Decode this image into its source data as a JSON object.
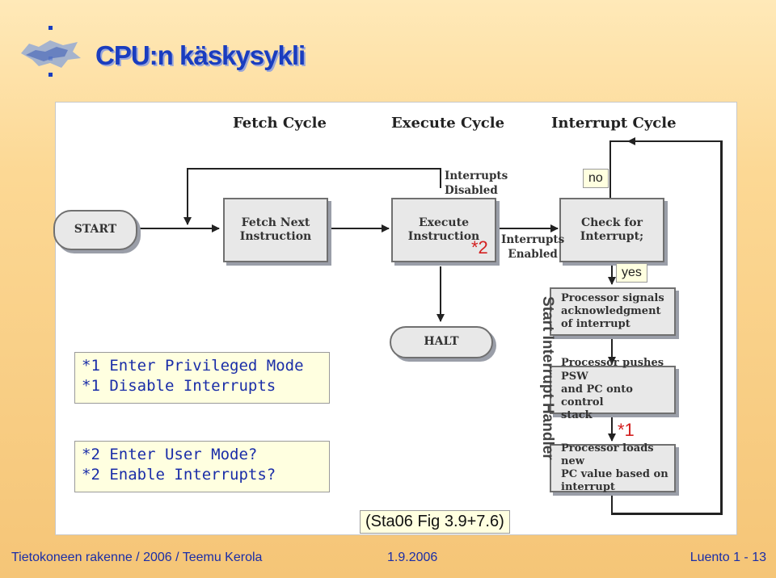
{
  "slide": {
    "title": "CPU:n käskysykli"
  },
  "diagram": {
    "headers": {
      "fetch": "Fetch Cycle",
      "execute": "Execute Cycle",
      "interrupt": "Interrupt Cycle"
    },
    "nodes": {
      "start": "START",
      "fetch_next": "Fetch Next\nInstruction",
      "execute": "Execute\nInstruction",
      "check": "Check for\nInterrupt;",
      "halt": "HALT",
      "signal": "Processor signals\nacknowledgment\nof interrupt",
      "push": "Processor pushes PSW\nand PC onto control\nstack",
      "load": "Processor loads new\nPC value based on\ninterrupt"
    },
    "labels": {
      "disabled": "Interrupts\nDisabled",
      "enabled": "Interrupts\nEnabled",
      "no": "no",
      "yes": "yes",
      "star2": "*2",
      "star1": "*1",
      "handler": "Start Interrupt Handler"
    }
  },
  "notes": {
    "privileged": [
      "*1 Enter Privileged Mode",
      "*1 Disable Interrupts"
    ],
    "user": [
      "*2 Enter User Mode?",
      "*2 Enable Interrupts?"
    ]
  },
  "source": "(Sta06 Fig 3.9+7.6)",
  "footer": {
    "left": "Tietokoneen rakenne / 2006 / Teemu Kerola",
    "center": "1.9.2006",
    "right": "Luento 1 - 13"
  }
}
